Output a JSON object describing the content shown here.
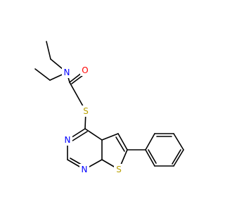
{
  "molecule": {
    "atoms": [
      {
        "id": "N_amide",
        "label": "N",
        "color": "#0000ff"
      },
      {
        "id": "O_carbonyl",
        "label": "O",
        "color": "#ff0000"
      },
      {
        "id": "S_thioether",
        "label": "S",
        "color": "#b8a000"
      },
      {
        "id": "N_ring_top",
        "label": "N",
        "color": "#0000ff"
      },
      {
        "id": "N_ring_bottom",
        "label": "N",
        "color": "#0000ff"
      },
      {
        "id": "S_thiophene",
        "label": "S",
        "color": "#b8a000"
      }
    ]
  }
}
